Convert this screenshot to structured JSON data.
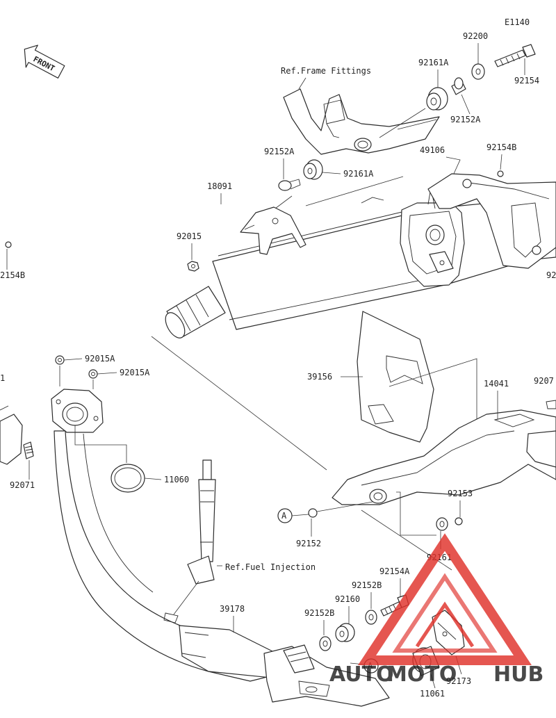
{
  "diagram": {
    "code": "E1140",
    "front_label": "FRONT",
    "refs": {
      "frame": "Ref.Frame Fittings",
      "fuel": "Ref.Fuel Injection"
    },
    "callout_letter": "A",
    "parts": {
      "p92200": "92200",
      "p92161A_top": "92161A",
      "p92154_top": "92154",
      "p92152A_top": "92152A",
      "p92152A_mid": "92152A",
      "p92161A_mid": "92161A",
      "p49106": "49106",
      "p92154B_right": "92154B",
      "p18091": "18091",
      "p92015": "92015",
      "p2154B_left": "2154B",
      "p92_right_edge": "92",
      "p92015A_1": "92015A",
      "p92015A_2": "92015A",
      "p11060": "11060",
      "p92071": "92071",
      "p1_left": "1",
      "p39156": "39156",
      "p14041": "14041",
      "p9207_right": "9207",
      "p92152": "92152",
      "p92153": "92153",
      "p92161": "92161",
      "p92154A": "92154A",
      "p92152B_1": "92152B",
      "p92160": "92160",
      "p92152B_2": "92152B",
      "p39178": "39178",
      "p92173": "92173",
      "p11061": "11061"
    }
  },
  "watermark": {
    "brand_a": "AUTO",
    "brand_b": "MOTO",
    "brand_c": "HUB",
    "colors": {
      "red": "#e0312a",
      "orange": "#f0a23a",
      "dark": "#2a2a2a"
    }
  }
}
